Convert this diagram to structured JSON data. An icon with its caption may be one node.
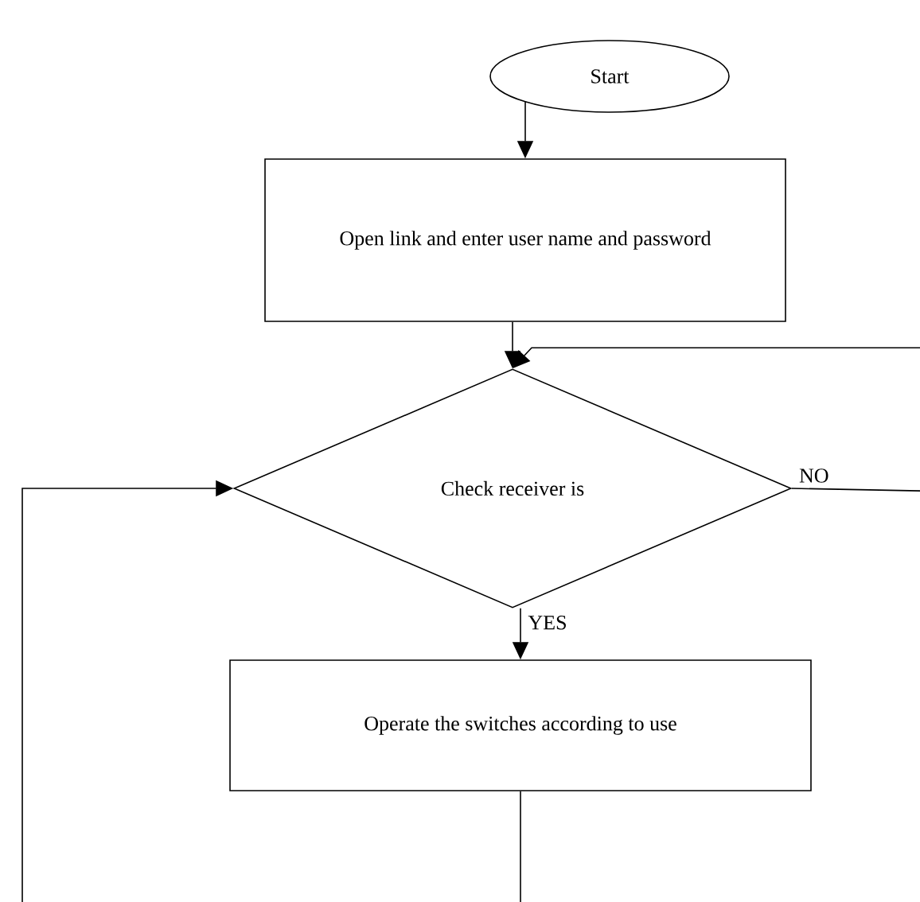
{
  "diagram": {
    "nodes": [
      {
        "text": [
          "Start"
        ]
      },
      {
        "text": [
          "Open link and enter user name and password"
        ]
      },
      {
        "text": [
          "Check receiver is"
        ]
      },
      {
        "text": [
          "Operate the switches according to use"
        ]
      }
    ],
    "edges": [
      {
        "from": 0,
        "to": 1,
        "arrow": "to"
      },
      {
        "from": 1,
        "to": 2,
        "arrow": "to"
      },
      {
        "from": 2,
        "to": 3,
        "arrow": "to",
        "label": "YES"
      },
      {
        "from": 2,
        "to": 2,
        "arrow": "to",
        "label": "NO"
      },
      {
        "from": 3,
        "to": 2,
        "arrow": "to"
      }
    ]
  }
}
